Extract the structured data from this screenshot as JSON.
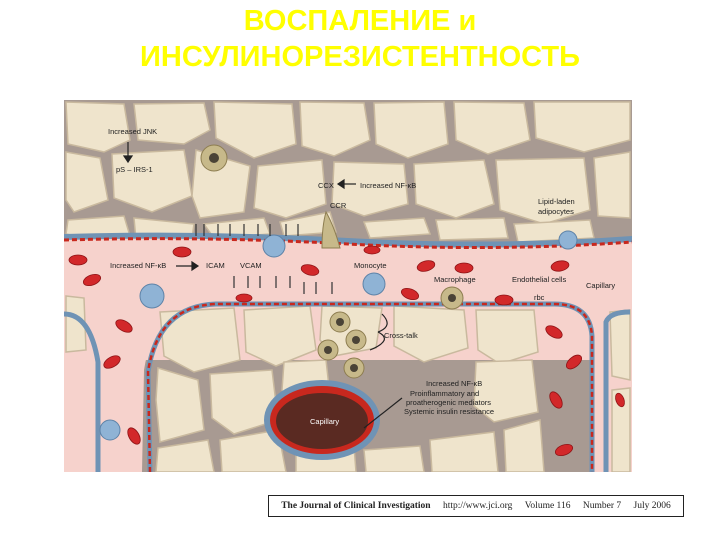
{
  "title": {
    "line1": "ВОСПАЛЕНИЕ и",
    "line2": "ИНСУЛИНОРЕЗИСТЕНТНОСТЬ"
  },
  "figure": {
    "labels": {
      "increased_jnk": "Increased JNK",
      "ps_irs": "pS – IRS-1",
      "ccx": "CCX",
      "increased_nfkb_top": "Increased NF-κB",
      "ccr": "CCR",
      "lipid_laden_1": "Lipid-laden",
      "lipid_laden_2": "adipocytes",
      "increased_nfkb_left": "Increased NF-κB",
      "icam": "ICAM",
      "vcam": "VCAM",
      "monocyte": "Monocyte",
      "macrophage": "Macrophage",
      "endothelial": "Endothelial cells",
      "capillary_right": "Capillary",
      "rbc": "rbc",
      "cross_talk": "Cross-talk",
      "capillary_center": "Capillary",
      "increased_nfkb_bottom": "Increased NF-κB",
      "proinflammatory_1": "Proinflammatory and",
      "proinflammatory_2": "proatherogenic mediators",
      "systemic": "Systemic insulin resistance"
    }
  },
  "footer": {
    "journal": "The Journal of Clinical Investigation",
    "url": "http://www.jci.org",
    "volume": "Volume 116",
    "number": "Number 7",
    "date": "July 2006"
  },
  "colors": {
    "title": "#ffff00",
    "adipocyte": "#efe4cc",
    "interstitial": "#a89a92",
    "vessel_lumen": "#f6d2cc",
    "endothelium": "#c8281e",
    "vessel_wall": "#6f93b5",
    "rbc": "#d2282a",
    "monocyte": "#8fb3d5",
    "macrophage": "#c7b98a",
    "capillary_interior": "#5a2a22"
  }
}
